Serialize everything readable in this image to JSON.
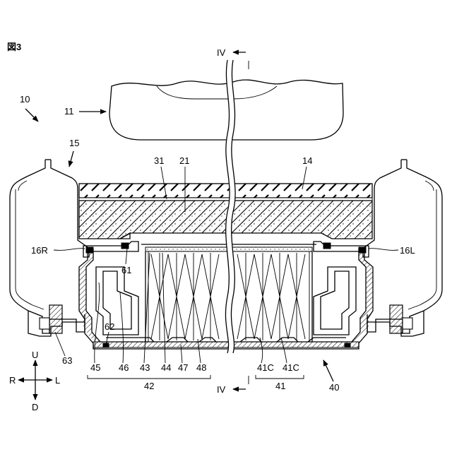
{
  "figure": {
    "title": "図3",
    "labels": {
      "l10": "10",
      "l11": "11",
      "l14": "14",
      "l15": "15",
      "l16R": "16R",
      "l16L": "16L",
      "l21": "21",
      "l31": "31",
      "l40": "40",
      "l41": "41",
      "l41C_a": "41C",
      "l41C_b": "41C",
      "l42": "42",
      "l43": "43",
      "l44": "44",
      "l45": "45",
      "l46": "46",
      "l47": "47",
      "l48": "48",
      "l61": "61",
      "l62": "62",
      "l63": "63",
      "ivTop": "IV",
      "ivBottom": "IV"
    },
    "directions": {
      "up": "U",
      "down": "D",
      "left": "L",
      "right": "R"
    }
  }
}
